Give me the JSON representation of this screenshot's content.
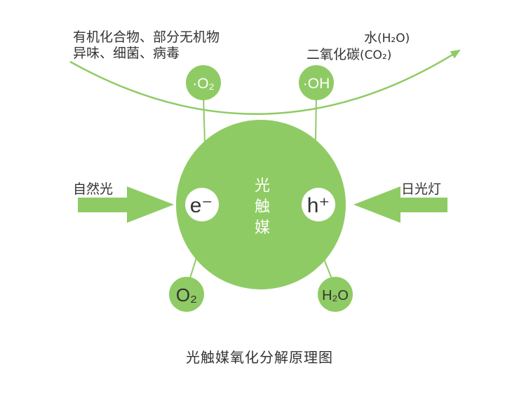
{
  "colors": {
    "green": "#8fcb64",
    "line": "#8fcb64",
    "text": "#333333"
  },
  "inputs_left": {
    "line1": "有机化合物、部分无机物",
    "line2": "异味、细菌、病毒"
  },
  "outputs_right": {
    "water_name": "水",
    "water_formula": "(H₂O)",
    "co2_name": "二氧化碳",
    "co2_formula": "(CO₂)"
  },
  "radicals": {
    "superoxide": "·O₂",
    "hydroxyl": "·OH"
  },
  "catalyst": {
    "chars": [
      "光",
      "触",
      "媒"
    ],
    "electron": "e⁻",
    "hole": "h⁺"
  },
  "reactants": {
    "oxygen": "O₂",
    "water": "H₂O"
  },
  "light_sources": {
    "left": "自然光",
    "right": "日光灯"
  },
  "caption": "光触媒氧化分解原理图"
}
